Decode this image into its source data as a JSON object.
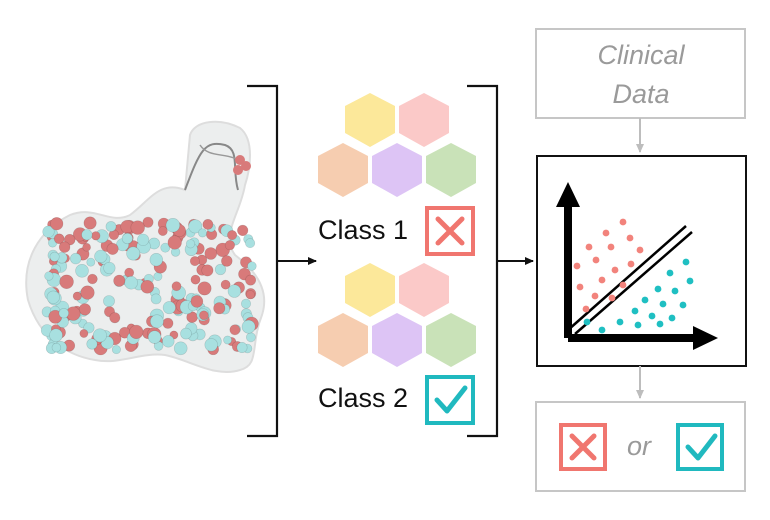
{
  "clinical_data": {
    "line1": "Clinical",
    "line2": "Data"
  },
  "class1": {
    "label": "Class 1",
    "mark": "x-mark"
  },
  "class2": {
    "label": "Class 2",
    "mark": "check-mark"
  },
  "output": {
    "or_text": "or"
  },
  "colors": {
    "x_box": "#f0766f",
    "check_box": "#20b9bf",
    "arrow_gray": "#c0c0c0",
    "box_border_gray": "#c6c6c6",
    "hexagons": [
      "#fce89a",
      "#fbc9c8",
      "#f6cdb0",
      "#ddc4f5",
      "#c9e2b8"
    ],
    "point_red": "#f2837c",
    "point_teal": "#1fbfc2",
    "protein_red": "#d87a7a",
    "protein_teal": "#a8e0e0"
  },
  "icons": [
    "protein-structure-icon",
    "x-mark-icon",
    "check-mark-icon",
    "scatter-plot-icon"
  ]
}
